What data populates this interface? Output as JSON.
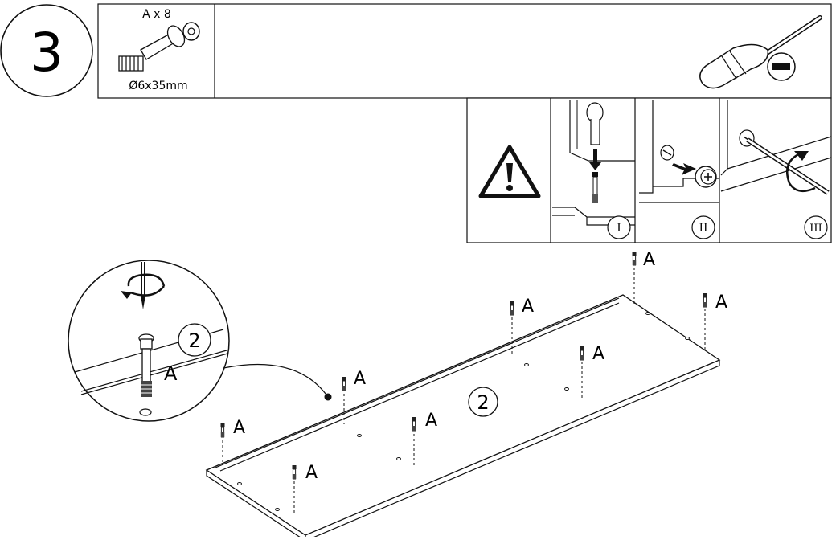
{
  "step": {
    "number": "3"
  },
  "parts": {
    "quantity": "A x 8",
    "size": "Ø6x35mm",
    "letter": "A"
  },
  "tools": {
    "screwdriver_type": "flat-head-screwdriver"
  },
  "substeps": {
    "i": "I",
    "ii": "II",
    "iii": "III"
  },
  "panel": {
    "label": "2"
  },
  "detail": {
    "panel_label": "2",
    "part_label": "A"
  },
  "bolt_labels": [
    "A",
    "A",
    "A",
    "A",
    "A",
    "A",
    "A",
    "A"
  ],
  "icons": [
    "cam-bolt-icon",
    "screwdriver-icon",
    "minus-icon",
    "warning-icon",
    "rotate-clockwise-icon",
    "arrow-icon"
  ]
}
